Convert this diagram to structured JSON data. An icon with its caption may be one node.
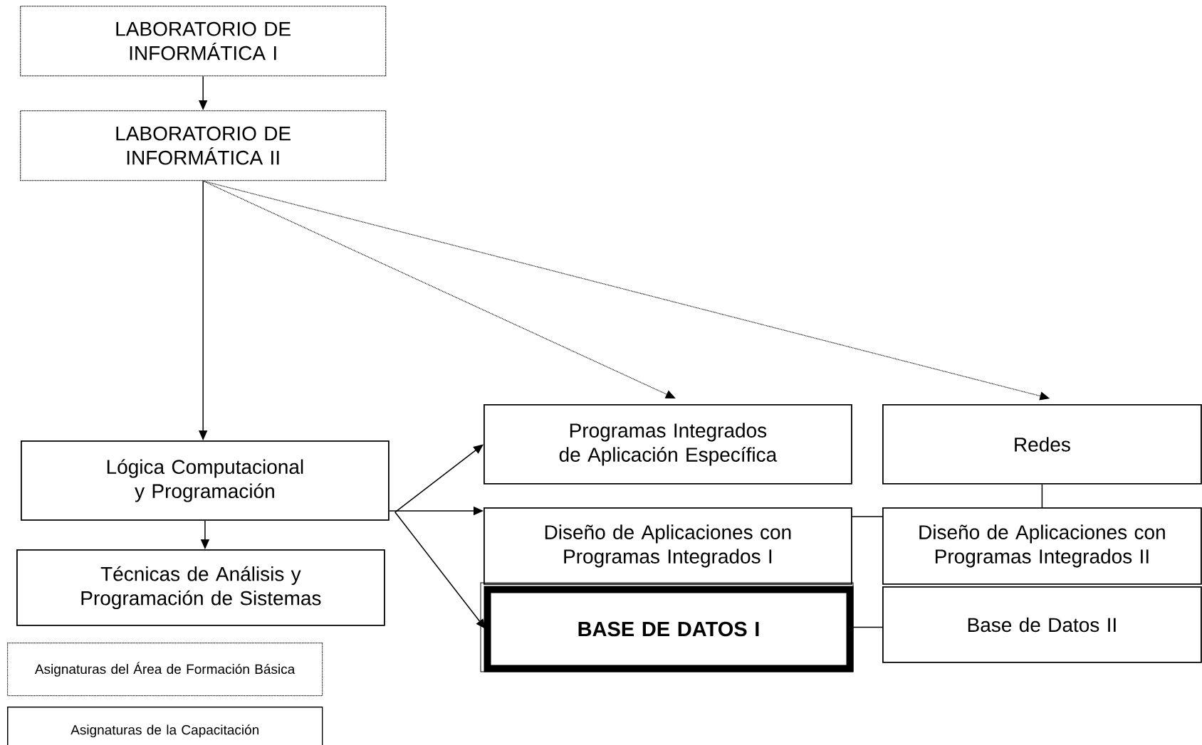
{
  "diagram": {
    "nodes": [
      {
        "text": [
          "LABORATORIO DE INFORMÁTICA I"
        ]
      },
      {
        "text": [
          "LABORATORIO DE INFORMÁTICA II"
        ]
      },
      {
        "text": [
          "Lógica Computacional y Programación"
        ]
      },
      {
        "text": [
          "Técnicas de Análisis y Programación de Sistemas"
        ]
      },
      {
        "text": [
          "Programas Integrados de Aplicación Específica"
        ]
      },
      {
        "text": [
          "Redes"
        ]
      },
      {
        "text": [
          "Diseño de Aplicaciones con Programas Integrados I"
        ]
      },
      {
        "text": [
          "Diseño de Aplicaciones con Programas Integrados II"
        ]
      },
      {
        "text": [
          "BASE DE DATOS I"
        ]
      },
      {
        "text": [
          "Base de Datos II"
        ]
      }
    ],
    "edges": [
      {
        "from": 0,
        "to": 1,
        "arrow": "to"
      },
      {
        "from": 1,
        "to": 2,
        "arrow": "to"
      },
      {
        "from": 1,
        "to": 4,
        "arrow": "to",
        "style": "dashed"
      },
      {
        "from": 1,
        "to": 5,
        "arrow": "to",
        "style": "dashed"
      },
      {
        "from": 2,
        "to": 3,
        "arrow": "to"
      },
      {
        "from": 2,
        "to": 4,
        "arrow": "to"
      },
      {
        "from": 2,
        "to": 6,
        "arrow": "to"
      },
      {
        "from": 2,
        "to": 8,
        "arrow": "to"
      },
      {
        "from": 6,
        "to": 7,
        "arrow": "none"
      },
      {
        "from": 8,
        "to": 9,
        "arrow": "none"
      },
      {
        "from": 5,
        "to": 7,
        "arrow": "none"
      }
    ],
    "legend": [
      {
        "text": "Asignaturas del Área de Formación Básica"
      },
      {
        "text": "Asignaturas de la Capacitación"
      }
    ]
  }
}
